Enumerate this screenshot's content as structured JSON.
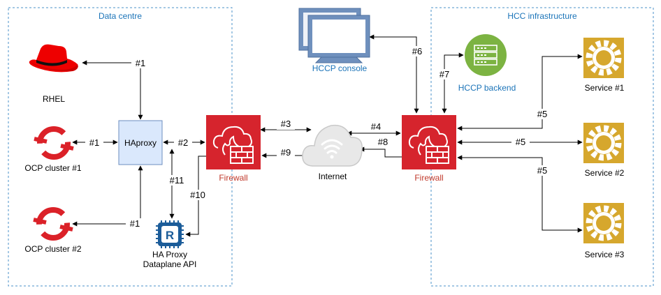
{
  "regions": {
    "datacentre": {
      "title": "Data centre"
    },
    "hcc": {
      "title": "HCC infrastructure"
    }
  },
  "nodes": {
    "rhel": {
      "label": "RHEL",
      "icon": "redhat-hat-icon"
    },
    "ocp1": {
      "label": "OCP cluster #1",
      "icon": "openshift-icon"
    },
    "ocp2": {
      "label": "OCP cluster #2",
      "icon": "openshift-icon"
    },
    "haproxy": {
      "label": "HAproxy"
    },
    "dataplane": {
      "label_line1": "HA Proxy",
      "label_line2": "Dataplane API",
      "icon": "rest-api-chip-icon"
    },
    "firewall_dc": {
      "label": "Firewall",
      "icon": "firewall-icon"
    },
    "internet": {
      "label": "Internet",
      "icon": "cloud-wifi-icon"
    },
    "console": {
      "label": "HCCP console",
      "icon": "monitor-icon"
    },
    "firewall_hcc": {
      "label": "Firewall",
      "icon": "firewall-icon"
    },
    "backend": {
      "label": "HCCP backend",
      "icon": "server-icon"
    },
    "service1": {
      "label": "Service #1",
      "icon": "gear-icon"
    },
    "service2": {
      "label": "Service #2",
      "icon": "gear-icon"
    },
    "service3": {
      "label": "Service #3",
      "icon": "gear-icon"
    }
  },
  "edges": {
    "e1_rhel": "#1",
    "e1_ocp1": "#1",
    "e1_ocp2": "#1",
    "e2": "#2",
    "e3": "#3",
    "e4": "#4",
    "e5_s1": "#5",
    "e5_s2": "#5",
    "e5_s3": "#5",
    "e6": "#6",
    "e7": "#7",
    "e8": "#8",
    "e9": "#9",
    "e10": "#10",
    "e11": "#11"
  },
  "colors": {
    "region_border": "#4a90c8",
    "title_blue": "#1a73b8",
    "haproxy_fill": "#dae8fc",
    "haproxy_stroke": "#6c8ebf",
    "firewall_red": "#d6242d",
    "openshift_red": "#db2128",
    "backend_green": "#7cb342",
    "service_gold": "#d6a72d",
    "console_blue": "#6f90bd"
  }
}
